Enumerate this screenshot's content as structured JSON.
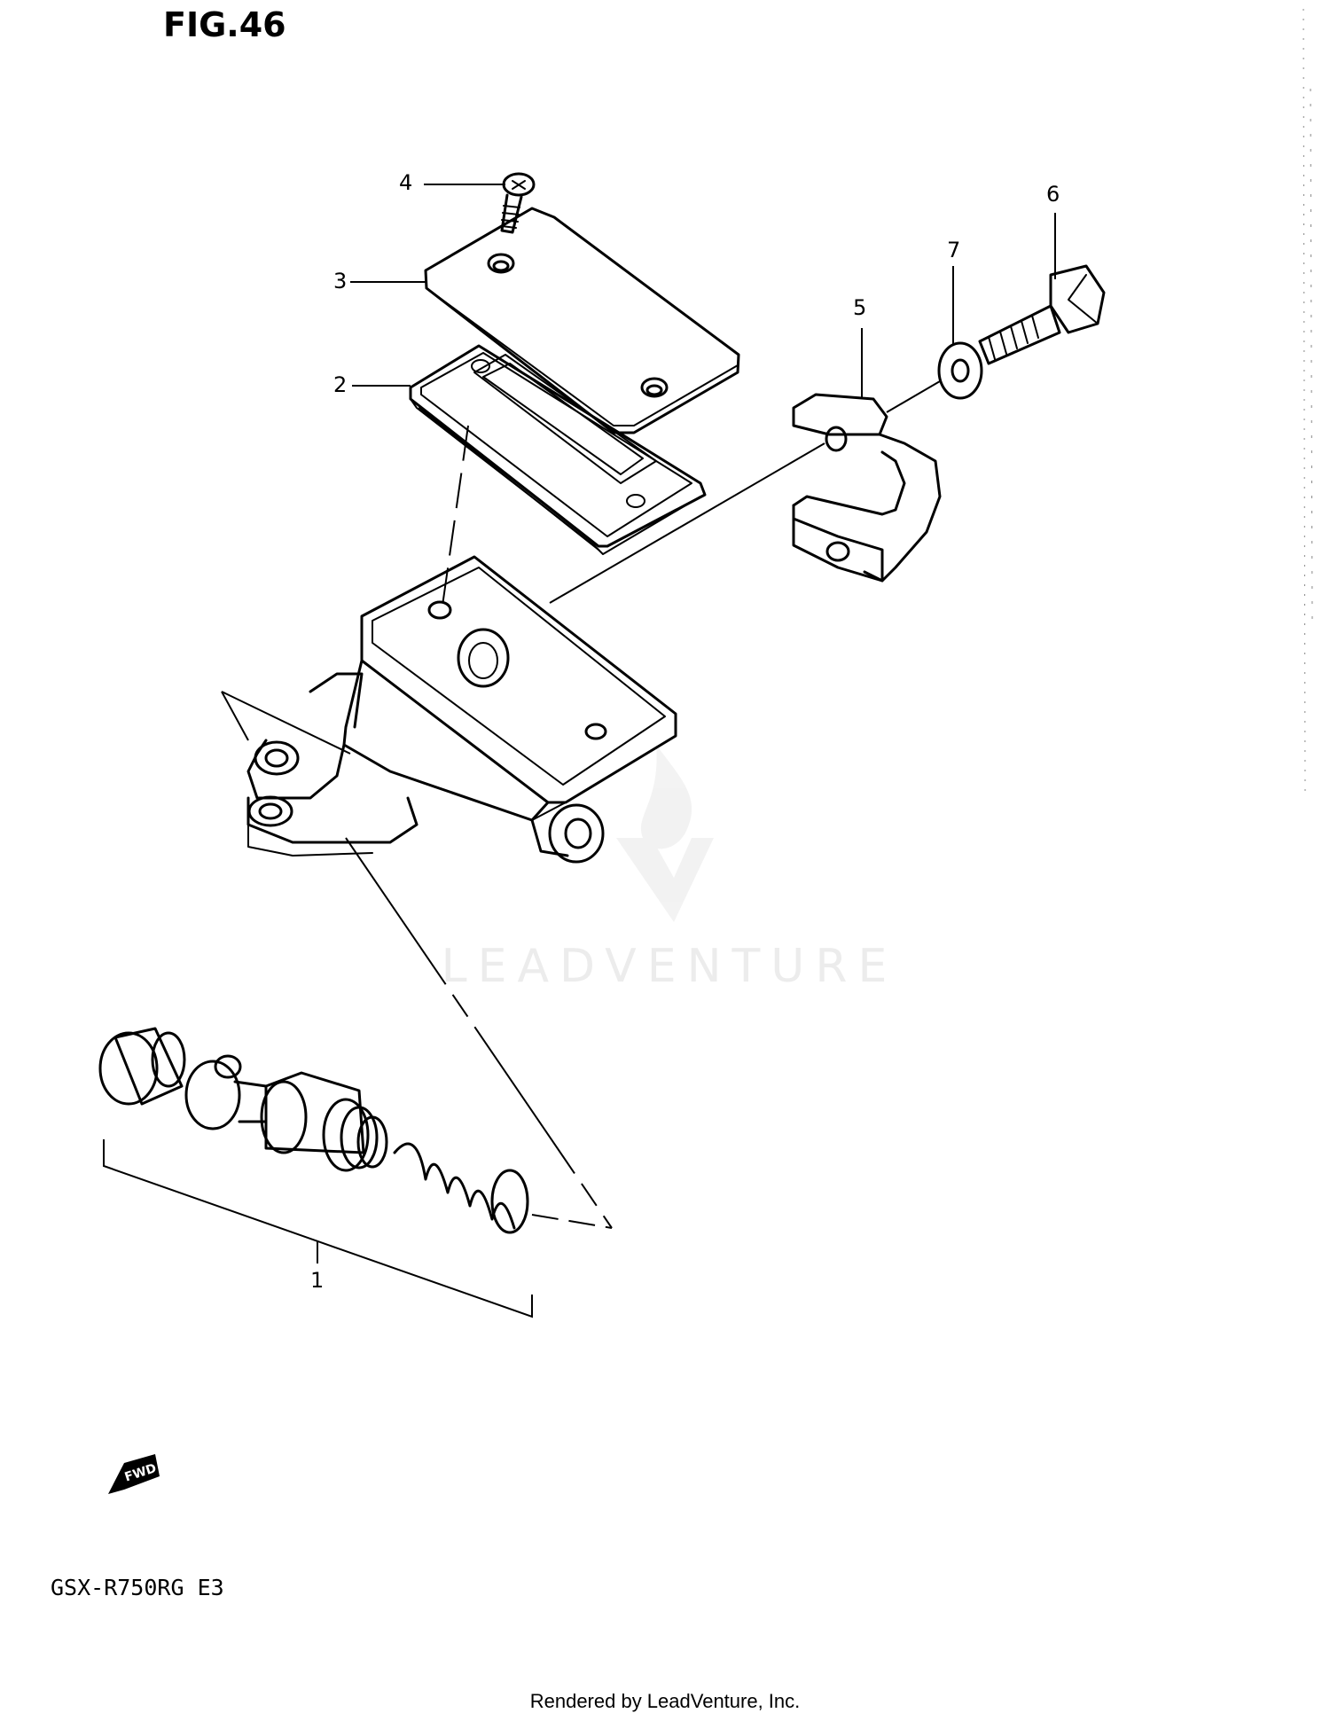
{
  "figure": {
    "title": "FIG.46",
    "model_code": "GSX-R750RG E3",
    "footer": "Rendered by LeadVenture, Inc.",
    "watermark": "LEADVENTURE",
    "direction_badge": "FWD"
  },
  "callouts": [
    {
      "id": "1",
      "label": "1",
      "part": "piston-kit"
    },
    {
      "id": "2",
      "label": "2",
      "part": "diaphragm"
    },
    {
      "id": "3",
      "label": "3",
      "part": "reservoir-cap"
    },
    {
      "id": "4",
      "label": "4",
      "part": "cap-screw"
    },
    {
      "id": "5",
      "label": "5",
      "part": "holder-clamp"
    },
    {
      "id": "6",
      "label": "6",
      "part": "bolt"
    },
    {
      "id": "7",
      "label": "7",
      "part": "washer"
    }
  ]
}
